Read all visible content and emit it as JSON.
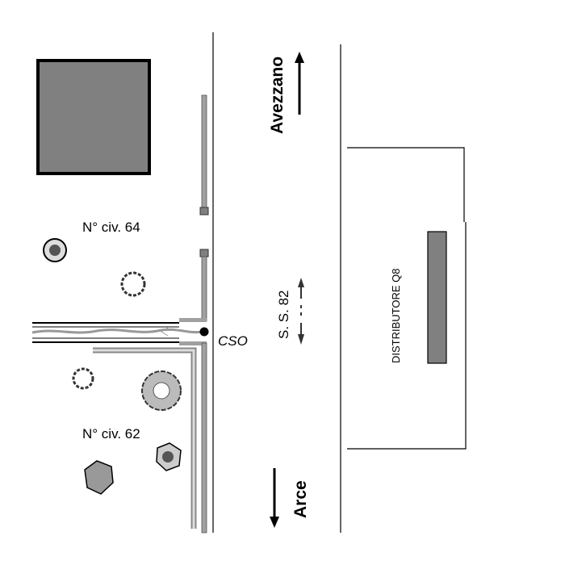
{
  "labels": {
    "civic_64": "N° civ.  64",
    "civic_62": "N° civ.  62",
    "cso": "CSO",
    "direction_north": "Avezzano",
    "direction_south": "Arce",
    "road_name": "S. S. 82",
    "station": "DISTRIBUTORE  Q8"
  },
  "colors": {
    "building": "#808080",
    "pipe": "#a0a0a0",
    "tree_light": "#b0b0b0",
    "tree_dark": "#707070"
  }
}
